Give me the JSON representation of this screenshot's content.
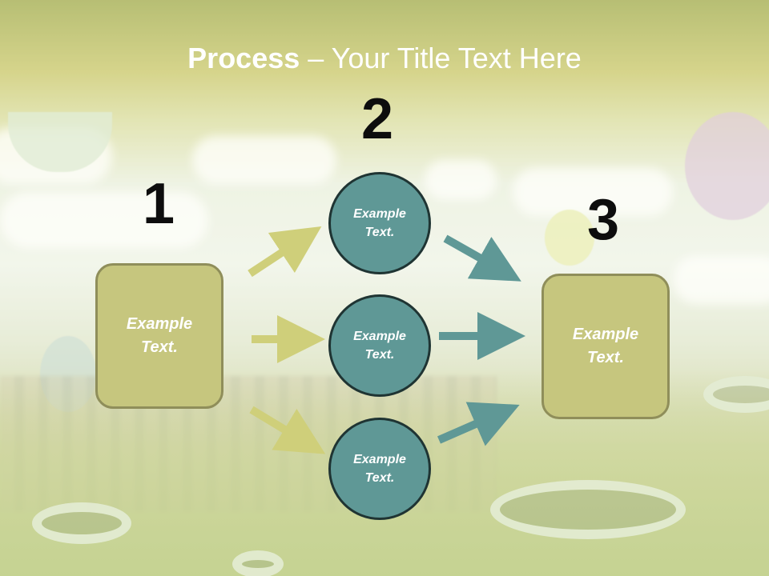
{
  "slide": {
    "title_bold": "Process",
    "title_rest": " – Your Title Text Here",
    "steps": [
      {
        "number": "1",
        "label": "Example Text."
      },
      {
        "number": "2",
        "label": "Example Text."
      },
      {
        "number": "3",
        "label": "Example Text."
      }
    ],
    "circles": [
      {
        "label": "Example Text."
      },
      {
        "label": "Example Text."
      },
      {
        "label": "Example Text."
      }
    ]
  },
  "colors": {
    "box_fill": "#c6c67e",
    "circle_fill": "#5f9896",
    "left_arrow": "#cfcf7a",
    "right_arrow": "#5f9896"
  }
}
